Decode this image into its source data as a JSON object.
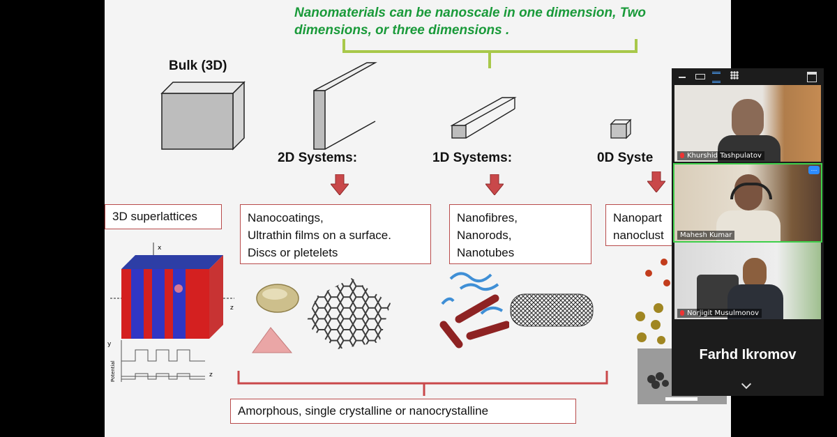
{
  "slide": {
    "header_line1": "Nanomaterials can be nanoscale in one dimension, Two",
    "header_line2": "dimensions, or three dimensions .",
    "bulk_label": "Bulk (3D)",
    "systems": [
      {
        "label": "2D Systems:",
        "box": "Nanocoatings,\nUltrathin films on a surface.\nDiscs or pletelets"
      },
      {
        "label": "1D Systems:",
        "box": "Nanofibres,\nNanorods,\nNanotubes"
      },
      {
        "label": "0D Syste",
        "box": "Nanopart\nnanoclust"
      }
    ],
    "superlattice_label": "3D superlattices",
    "diagram_axis_x": "x",
    "diagram_axis_z1": "z",
    "diagram_axis_z2": "z",
    "diagram_axis_y": "y",
    "diagram_potential": "Potential",
    "bottom_label": "Amorphous, single crystalline or nanocrystalline",
    "colors": {
      "header": "#1a9a3a",
      "box_border": "#b84a4a",
      "arrow": "#c9484a"
    }
  },
  "meeting": {
    "toolbar_icons": [
      "minimize-icon",
      "minimize-bar-icon",
      "speaker-view-icon",
      "gallery-view-icon",
      "fullscreen-icon"
    ],
    "participants": [
      {
        "name": "Khurshid Tashpulatov"
      },
      {
        "name": "Mahesh Kumar",
        "more_label": "···"
      },
      {
        "name": "Norjigit Musulmonov"
      }
    ],
    "highlight_name": "Farhd Ikromov"
  }
}
